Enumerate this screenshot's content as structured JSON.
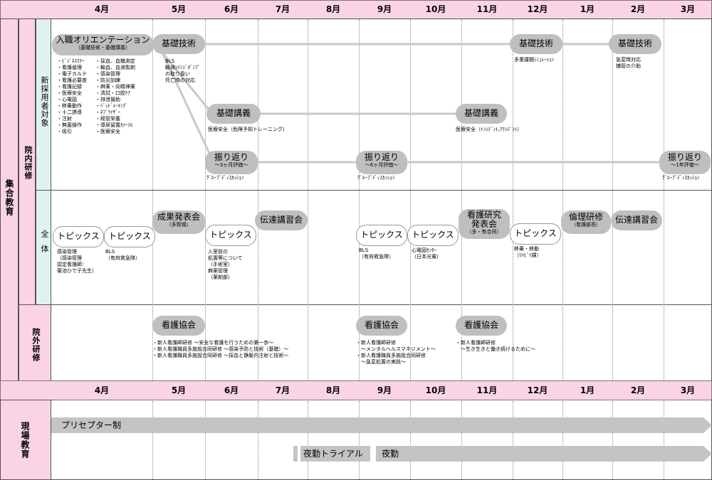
{
  "months": [
    "4月",
    "5月",
    "6月",
    "7月",
    "8月",
    "9月",
    "10月",
    "11月",
    "12月",
    "1月",
    "2月",
    "3月"
  ],
  "sections": {
    "group": "集合教育",
    "inhouse": "院内研修",
    "new_staff": "新採用者対象",
    "all_staff": "全体",
    "external": "院外研修",
    "onsite": "現場教育"
  },
  "new_staff": {
    "orientation": {
      "label": "入職オリエンテーション",
      "sub": "（基礎技術・基礎講義）"
    },
    "orientation_notes_col1": "・ﾋﾞｼﾞﾈｽﾏﾅｰ\n・看護倫理\n・電子カルテ\n・看護必要度\n・看護記録\n・医療安全\n・心電図\n・移乗動作\n・十二誘導\n・注射\n・無菌操作\n・吸引",
    "orientation_notes_col2": "・採血、血糖測定\n・輸血、血液製剤\n・感染管理\n・防災訓練\n・麻薬・向精神薬\n・清拭・口腔ｹｱ\n・排泄援助\n・ﾍﾞｯﾄﾞﾒｰｷﾝｸﾞ\n・ﾈﾌﾞﾗｲｻﾞｰ\n・経管栄養\n・導尿留置ｶﾃｰﾃﾙ\n・医療安全",
    "basic_skill_1": "基礎技術",
    "basic_skill_1_notes": "BLS\n輸液ｼﾘﾝｼﾞﾎﾟﾝﾌﾟ\nの取り扱い\n死亡時の対応",
    "basic_skill_2": "基礎技術",
    "basic_skill_2_notes": "多重課題ｼﾐｭﾚｰｼｮﾝ",
    "basic_skill_3": "基礎技術",
    "basic_skill_3_notes": "急変時対応\n捕管の介助",
    "lecture_1": "基礎講義",
    "lecture_1_notes": "医療安全（危険予知トレーニング）",
    "lecture_2": "基礎講義",
    "lecture_2_notes": "医療安全（ｲﾝｼﾃﾞﾝﾄ,ｱｸｼﾃﾞﾝﾄ）",
    "review_1": {
      "label": "振り返り",
      "sub": "～3ヶ月評価～",
      "note": "ｸﾞﾙｰﾌﾟﾃﾞｨｽｶｯｼｮﾝ"
    },
    "review_2": {
      "label": "振り返り",
      "sub": "～6ヶ月評価～",
      "note": "ｸﾞﾙｰﾌﾟﾃﾞｨｽｶｯｼｮﾝ"
    },
    "review_3": {
      "label": "振り返り",
      "sub": "～1年評価～",
      "note": "ｸﾞﾙｰﾌﾟﾃﾞｨｽｶｯｼｮﾝ"
    }
  },
  "all_staff": {
    "topics_1": "トピックス",
    "topics_1_notes": "感染管理\n（感染管理\n認定看護師：\n菊池ひで子先生）",
    "topics_2": "トピックス",
    "topics_2_notes": "BLS\n（有府救急隊）",
    "results": {
      "label": "成果発表会",
      "sub": "（多賀城）"
    },
    "topics_3": "トピックス",
    "topics_3_notes": "入室前の\n処置等について\n（手術室）\n麻薬管理\n（薬剤部）",
    "lecture_a": "伝達講習会",
    "topics_4": "トピックス",
    "topics_4_notes": "BLS\n（有府救急隊）",
    "topics_5": "トピックス",
    "topics_5_notes": "心電図ｾﾝﾀｰ\n（日本光電）",
    "research": {
      "line1": "看護研究",
      "line2": "発表会",
      "sub": "（多・有合同）"
    },
    "topics_6": "トピックス",
    "topics_6_notes": "移乗・移動\n（ﾘﾊﾋﾞﾘ課）",
    "ethics": {
      "label": "倫理研修",
      "sub": "（看護部長）"
    },
    "lecture_b": "伝達講習会"
  },
  "external": {
    "assoc_1": "看護協会",
    "assoc_1_notes": "・新人看護師研修 ～安全な看護を行うための第一歩～\n・新人看護職員多施設合同研修 ～感染予防と技術（基礎）～\n・新人看護職員多施設合同研修 ～採血と静脈内注射と技術～",
    "assoc_2": "看護協会",
    "assoc_2_notes": "・新人看護師研修\n　～メンタルヘルスマネジメント～\n・新人看護職員多施設合同研修\n　～急変処置の実践～",
    "assoc_3": "看護協会",
    "assoc_3_notes": "・新人看護師研修\n　～生き生きと働き続けるために～"
  },
  "onsite": {
    "preceptor": "プリセプター制",
    "night_trial": "夜勤トライアル",
    "night": "夜勤"
  }
}
